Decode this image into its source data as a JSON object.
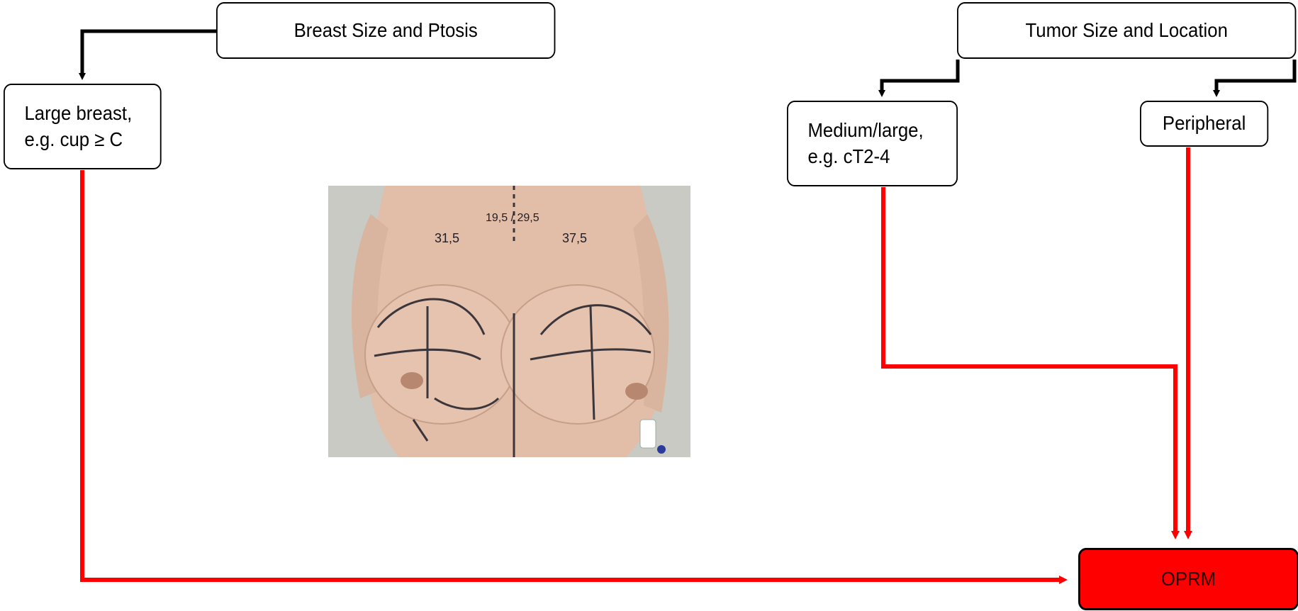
{
  "boxes": {
    "breast_size": "Breast Size and Ptosis",
    "large_breast": "Large breast,\ne.g. cup ≥ C",
    "tumor_size": "Tumor Size and Location",
    "medium_large": "Medium/large,\ne.g. cT2-4",
    "peripheral": "Peripheral",
    "oprm": "OPRM"
  },
  "photo_markings": {
    "left_measure": "31,5",
    "center_measure": "19,5 / 29,5",
    "right_measure": "37,5"
  },
  "colors": {
    "flow_black": "#000000",
    "flow_red": "#ff0000",
    "outcome_fill": "#ff0000"
  }
}
